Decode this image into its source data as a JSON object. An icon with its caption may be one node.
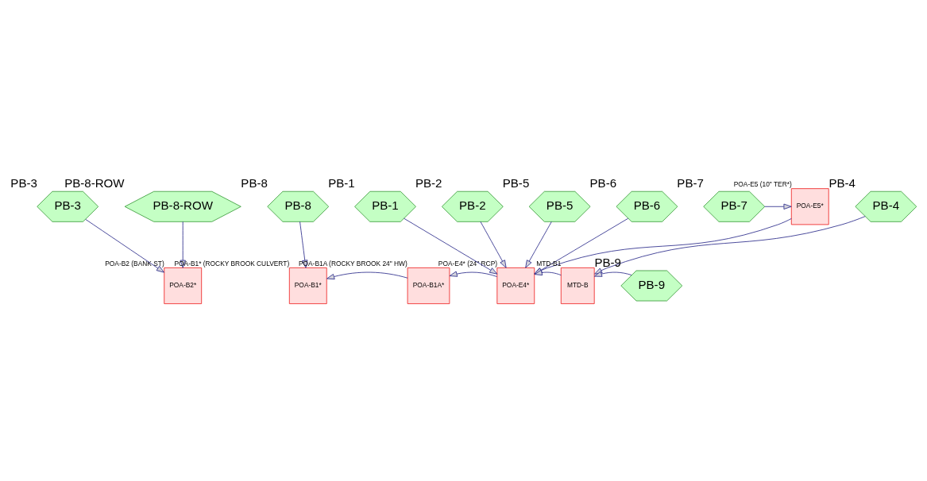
{
  "diagram": {
    "nodes": [
      {
        "text": [
          "PB-3"
        ],
        "beside": [
          "PB-3"
        ]
      },
      {
        "text": [
          "PB-8-ROW"
        ],
        "beside": [
          "PB-8-ROW"
        ]
      },
      {
        "text": [
          "PB-8"
        ],
        "beside": [
          "PB-8"
        ]
      },
      {
        "text": [
          "PB-1"
        ],
        "beside": [
          "PB-1"
        ]
      },
      {
        "text": [
          "PB-2"
        ],
        "beside": [
          "PB-2"
        ]
      },
      {
        "text": [
          "PB-5"
        ],
        "beside": [
          "PB-5"
        ]
      },
      {
        "text": [
          "PB-6"
        ],
        "beside": [
          "PB-6"
        ]
      },
      {
        "text": [
          "POA-E5*"
        ],
        "beside": [
          "POA-E5 (10\" TER*)"
        ]
      },
      {
        "text": [
          "PB-7"
        ],
        "beside": [
          "PB-7"
        ]
      },
      {
        "text": [
          "PB-4"
        ],
        "beside": [
          "PB-4"
        ]
      },
      {
        "text": [
          "POA-B2*"
        ],
        "beside": [
          "POA-B2 (BANK ST)"
        ]
      },
      {
        "text": [
          "POA-B1*"
        ],
        "beside": [
          "POA-B1* (ROCKY BROOK CULVERT)"
        ]
      },
      {
        "text": [
          "POA-B1A*"
        ],
        "beside": [
          "POA-B1A (ROCKY BROOK 24\" HW)"
        ]
      },
      {
        "text": [
          "POA-E4*"
        ],
        "beside": [
          "POA-E4* (24\" RCP)"
        ]
      },
      {
        "text": [
          "MTD-B"
        ],
        "beside": [
          "MTD-B1"
        ]
      },
      {
        "text": [
          "PB-9"
        ],
        "beside": [
          "PB-9"
        ]
      }
    ],
    "edges": [
      {
        "from": 0,
        "to": 10,
        "arrow": "to"
      },
      {
        "from": 1,
        "to": 10,
        "arrow": "to"
      },
      {
        "from": 2,
        "to": 11,
        "arrow": "to"
      },
      {
        "from": 3,
        "to": 13,
        "arrow": "to"
      },
      {
        "from": 4,
        "to": 13,
        "arrow": "to"
      },
      {
        "from": 5,
        "to": 13,
        "arrow": "to"
      },
      {
        "from": 6,
        "to": 13,
        "arrow": "to"
      },
      {
        "from": 8,
        "to": 7,
        "arrow": "to"
      },
      {
        "from": 7,
        "to": 13,
        "arrow": "to"
      },
      {
        "from": 9,
        "to": 14,
        "arrow": "to"
      },
      {
        "from": 15,
        "to": 14,
        "arrow": "to"
      },
      {
        "from": 14,
        "to": 13,
        "arrow": "to"
      },
      {
        "from": 13,
        "to": 12,
        "arrow": "to"
      },
      {
        "from": 12,
        "to": 11,
        "arrow": "to"
      }
    ]
  }
}
